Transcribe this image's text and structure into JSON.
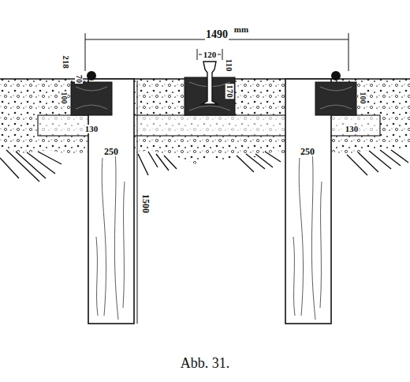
{
  "diagram": {
    "caption": "Abb. 31.",
    "labels": [
      "1490",
      "mm",
      "120",
      "110",
      "170",
      "218",
      "70",
      "100",
      "130",
      "100",
      "130",
      "250",
      "250",
      "1500"
    ]
  }
}
